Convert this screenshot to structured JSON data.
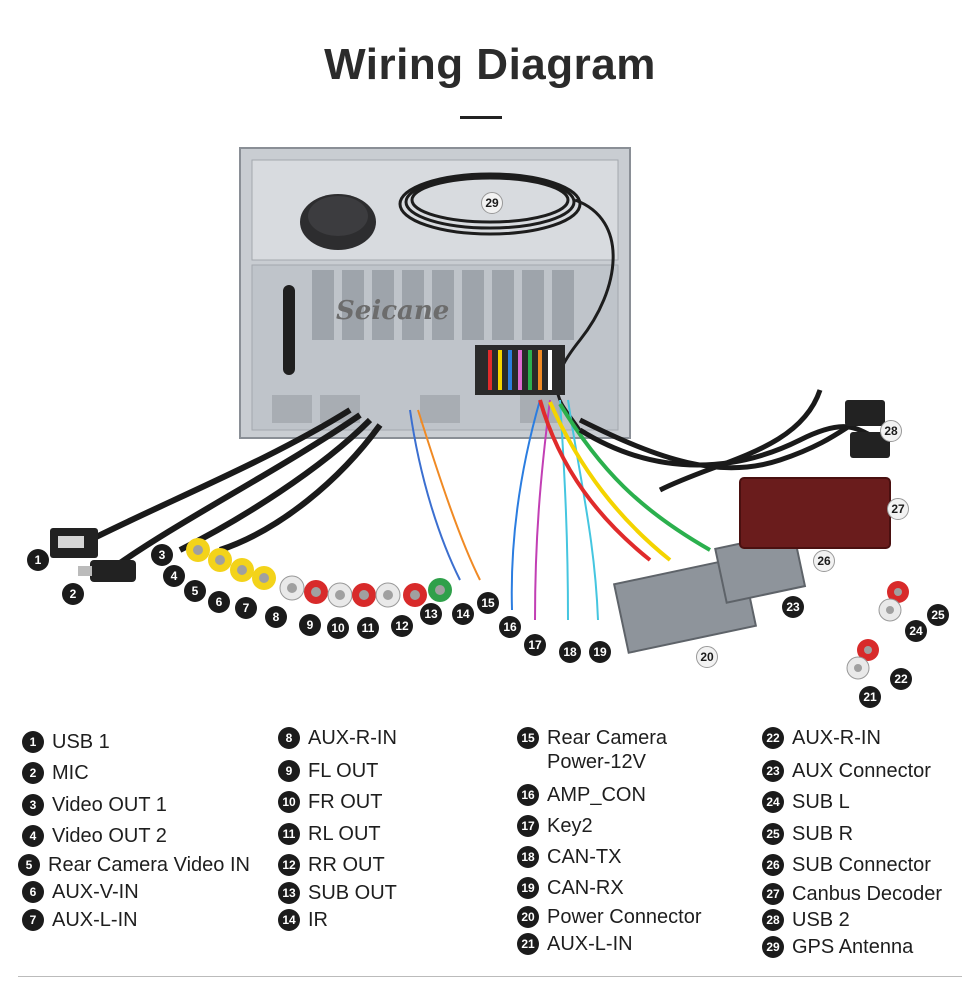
{
  "title": "Wiring Diagram",
  "brand": "Seicane",
  "legend": [
    {
      "num": "1",
      "label": "USB 1"
    },
    {
      "num": "2",
      "label": "MIC"
    },
    {
      "num": "3",
      "label": "Video OUT 1"
    },
    {
      "num": "4",
      "label": "Video OUT 2"
    },
    {
      "num": "5",
      "label": "Rear Camera Video IN"
    },
    {
      "num": "6",
      "label": "AUX-V-IN"
    },
    {
      "num": "7",
      "label": "AUX-L-IN"
    },
    {
      "num": "8",
      "label": "AUX-R-IN"
    },
    {
      "num": "9",
      "label": "FL OUT"
    },
    {
      "num": "10",
      "label": "FR OUT"
    },
    {
      "num": "11",
      "label": "RL OUT"
    },
    {
      "num": "12",
      "label": "RR OUT"
    },
    {
      "num": "13",
      "label": "SUB OUT"
    },
    {
      "num": "14",
      "label": "IR"
    },
    {
      "num": "15",
      "label": "Rear Camera\nPower-12V"
    },
    {
      "num": "16",
      "label": "AMP_CON"
    },
    {
      "num": "17",
      "label": "Key2"
    },
    {
      "num": "18",
      "label": "CAN-TX"
    },
    {
      "num": "19",
      "label": "CAN-RX"
    },
    {
      "num": "20",
      "label": "Power Connector"
    },
    {
      "num": "21",
      "label": "AUX-L-IN"
    },
    {
      "num": "22",
      "label": "AUX-R-IN"
    },
    {
      "num": "23",
      "label": "AUX Connector"
    },
    {
      "num": "24",
      "label": "SUB L"
    },
    {
      "num": "25",
      "label": "SUB R"
    },
    {
      "num": "26",
      "label": "SUB Connector"
    },
    {
      "num": "27",
      "label": "Canbus Decoder"
    },
    {
      "num": "28",
      "label": "USB 2"
    },
    {
      "num": "29",
      "label": "GPS Antenna"
    }
  ],
  "callouts": [
    "1",
    "2",
    "3",
    "4",
    "5",
    "6",
    "7",
    "8",
    "9",
    "10",
    "11",
    "12",
    "13",
    "14",
    "15",
    "16",
    "17",
    "18",
    "19",
    "20",
    "21",
    "22",
    "23",
    "24",
    "25",
    "26",
    "27",
    "28",
    "29"
  ]
}
